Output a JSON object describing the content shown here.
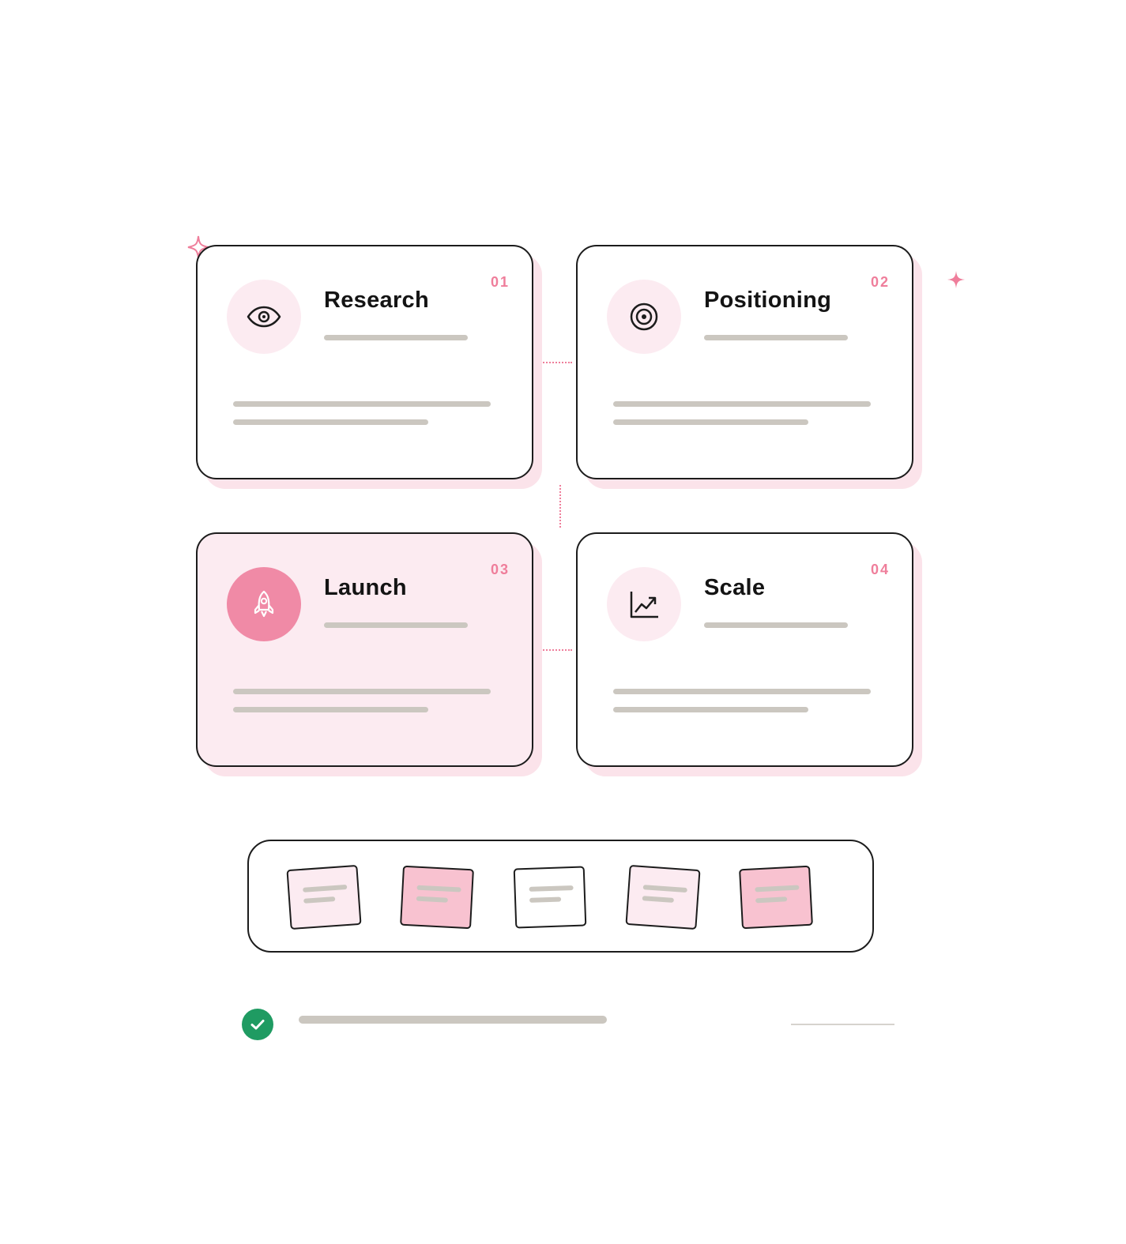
{
  "cards": [
    {
      "title": "Research",
      "number": "01",
      "icon": "eye-icon",
      "active": false
    },
    {
      "title": "Positioning",
      "number": "02",
      "icon": "target-icon",
      "active": false
    },
    {
      "title": "Launch",
      "number": "03",
      "icon": "rocket-icon",
      "active": true
    },
    {
      "title": "Scale",
      "number": "04",
      "icon": "chart-up-icon",
      "active": false
    }
  ],
  "tray": {
    "tiles": [
      {
        "fill": "#fcebf1"
      },
      {
        "fill": "#f8c2d0"
      },
      {
        "fill": "#ffffff"
      },
      {
        "fill": "#fcebf1"
      },
      {
        "fill": "#f8c2d0"
      }
    ]
  },
  "status": {
    "icon": "check-circle-icon",
    "complete": true
  },
  "colors": {
    "accent_pink": "#ef7e9b",
    "active_card_bg": "#fcebf1",
    "active_icon_bg": "#f08aa6",
    "placeholder_line": "#cbc7c0",
    "check_green": "#1f9b62",
    "outline": "#1c1c1c"
  }
}
